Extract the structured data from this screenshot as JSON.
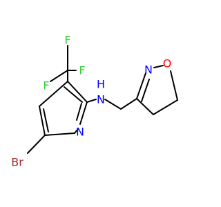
{
  "molecule": {
    "atoms": {
      "br": {
        "label": "Br",
        "color": "#a52a2a"
      },
      "pyridine_n": {
        "label": "N",
        "color": "#0000ff"
      },
      "amine_nh": {
        "label": "N",
        "color": "#0000ff"
      },
      "amine_h": {
        "label": "H",
        "color": "#0000ff"
      },
      "isoxazoline_n": {
        "label": "N",
        "color": "#0000ff"
      },
      "isoxazoline_o": {
        "label": "O",
        "color": "#ff0000"
      },
      "fluorine_top": {
        "label": "F",
        "color": "#33cc33"
      },
      "fluorine_left": {
        "label": "F",
        "color": "#33cc33"
      },
      "fluorine_right": {
        "label": "F",
        "color": "#33cc33"
      }
    },
    "bond_color": "#000000"
  }
}
